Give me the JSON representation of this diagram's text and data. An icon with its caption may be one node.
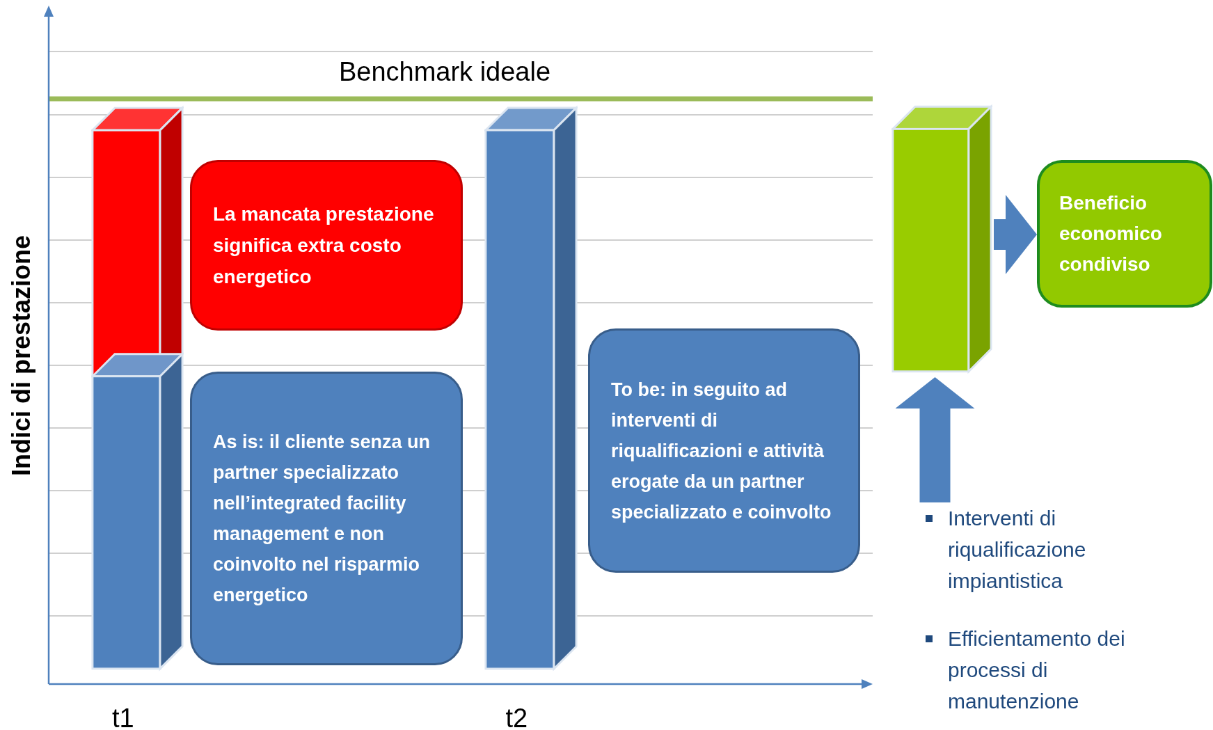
{
  "diagram": {
    "nodes": [
      {
        "text": [],
        "shape": "bar",
        "beside": [
          "t1"
        ]
      },
      {
        "text": [
          "La mancata prestazione significa extra costo energetico"
        ]
      },
      {
        "text": [
          "As is: il cliente senza un partner specializzato nell’integrated facility management e non coinvolto nel risparmio energetico"
        ]
      },
      {
        "text": [],
        "shape": "bar",
        "beside": [
          "t2"
        ]
      },
      {
        "text": [
          "To be: in seguito ad interventi di riqualificazioni e attività erogate da un partner specializzato e coinvolto"
        ]
      },
      {
        "text": [],
        "shape": "bar"
      },
      {
        "text": [
          "Beneficio economico condiviso"
        ]
      },
      {
        "text": [
          "Interventi di riqualificazione impiantistica",
          "Efficientamento dei processi di manutenzione"
        ]
      }
    ],
    "edges": [
      {
        "from": 5,
        "to": 6,
        "arrow": "to"
      },
      {
        "from": 7,
        "to": 5,
        "arrow": "to"
      }
    ],
    "labels": [
      "Benchmark ideale",
      "Indici di prestazione"
    ]
  }
}
